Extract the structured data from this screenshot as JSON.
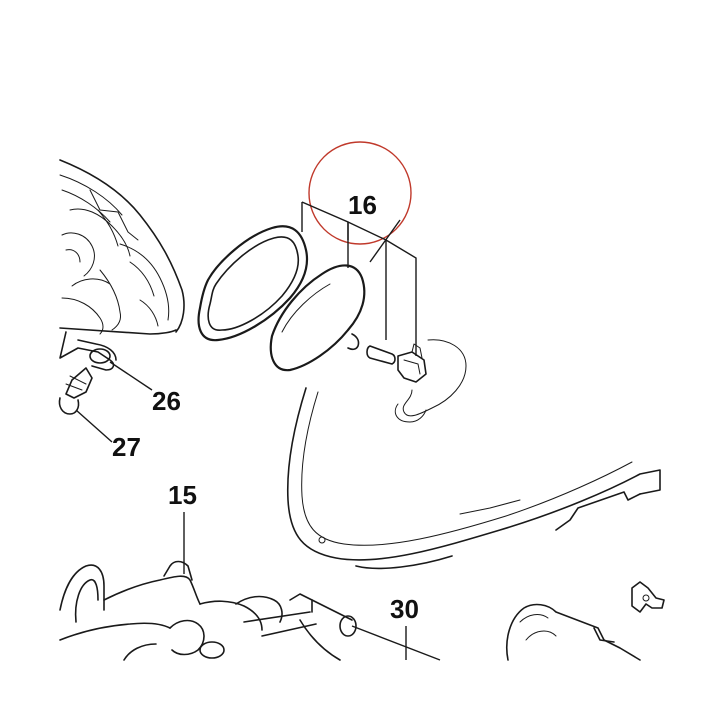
{
  "callouts": {
    "c16": "16",
    "c26": "26",
    "c27": "27",
    "c15": "15",
    "c30": "30"
  },
  "colors": {
    "line": "#1a1a1a",
    "highlight_circle": "#c0392b",
    "background": "#ffffff"
  }
}
